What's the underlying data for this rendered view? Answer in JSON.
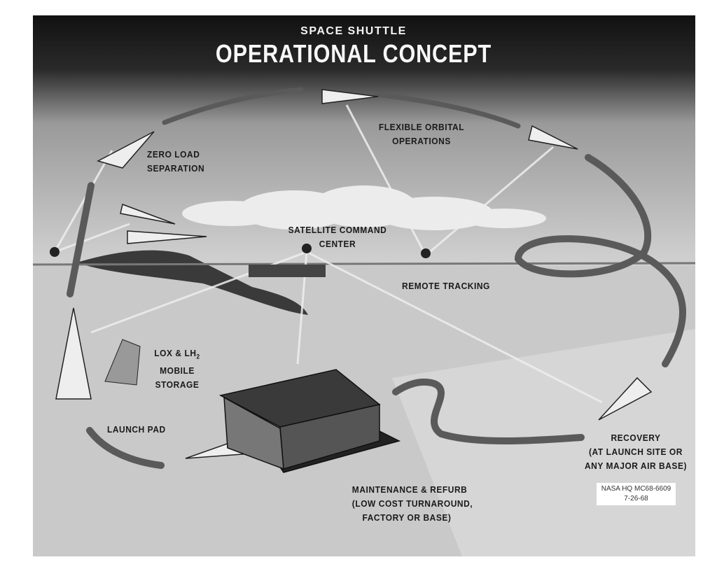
{
  "title": {
    "subtitle": "SPACE SHUTTLE",
    "main": "OPERATIONAL CONCEPT"
  },
  "labels": {
    "zero_load": [
      "ZERO LOAD",
      "SEPARATION"
    ],
    "orbital": [
      "FLEXIBLE ORBITAL",
      "OPERATIONS"
    ],
    "satellite": [
      "SATELLITE COMMAND",
      "CENTER"
    ],
    "remote_tracking": "REMOTE TRACKING",
    "lox": {
      "line1": "LOX & LH",
      "sub": "2",
      "line2": "MOBILE",
      "line3": "STORAGE"
    },
    "launch_pad": "LAUNCH PAD",
    "maintenance": [
      "MAINTENANCE & REFURB",
      "(LOW COST TURNAROUND,",
      "FACTORY OR BASE)"
    ],
    "recovery": [
      "RECOVERY",
      "(AT LAUNCH SITE OR",
      "ANY MAJOR AIR BASE)"
    ]
  },
  "stamp": {
    "id": "NASA HQ MC68-6609",
    "date": "7-26-68"
  },
  "colors": {
    "sky_dark": "#141414",
    "ground": "#c8c8c8",
    "arrow": "#555555"
  }
}
